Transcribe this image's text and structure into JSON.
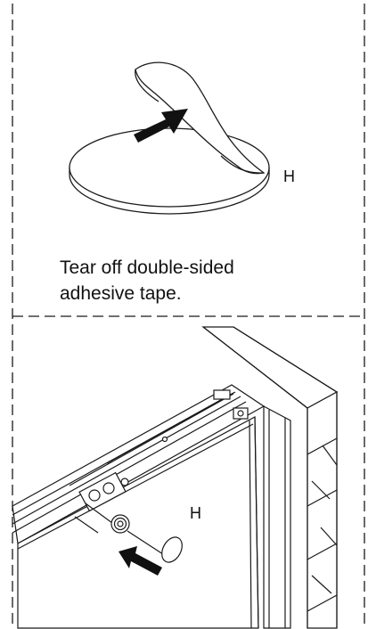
{
  "instruction_top": {
    "line1": "Tear off double-sided",
    "line2": "adhesive tape."
  },
  "labels": {
    "top_part": "H",
    "bottom_part": "H"
  },
  "colors": {
    "line": "#1a1a1a",
    "arrow": "#111111",
    "background": "#ffffff"
  },
  "icons": {
    "push_arrow_top": "arrow-icon",
    "push_arrow_bottom": "arrow-icon"
  }
}
